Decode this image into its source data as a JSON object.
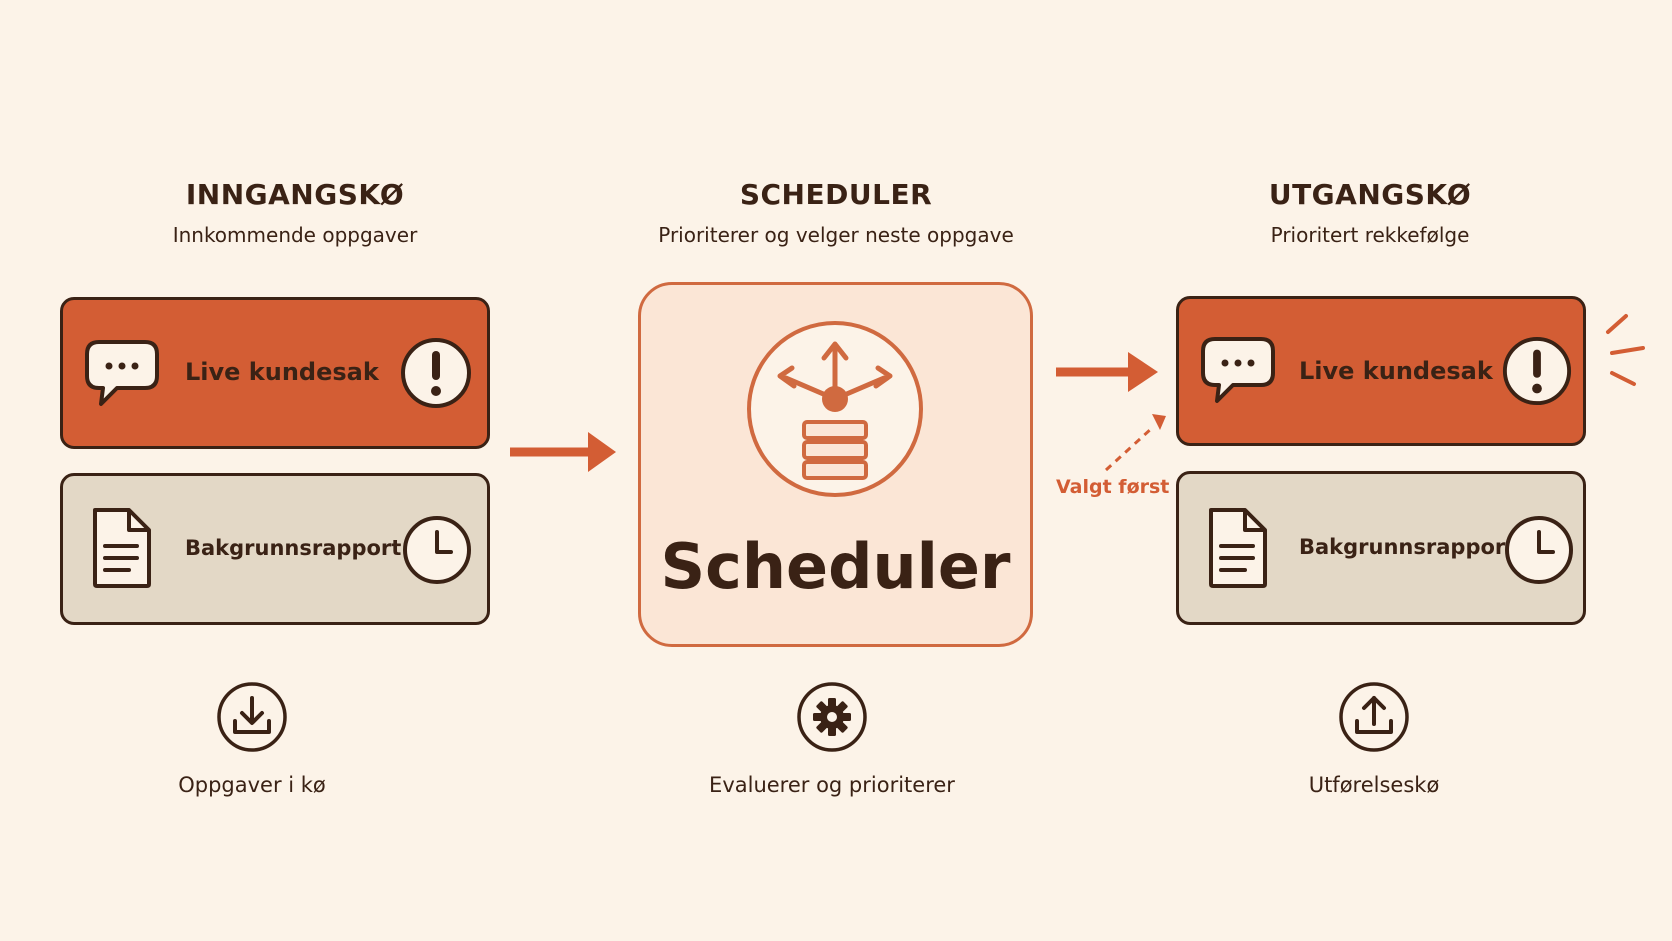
{
  "columns": {
    "input": {
      "title": "INNGANGSKØ",
      "subtitle": "Innkommende oppgaver",
      "footer": "Oppgaver i kø"
    },
    "scheduler": {
      "title": "SCHEDULER",
      "subtitle": "Prioriterer og velger neste oppgave",
      "footer": "Evaluerer og prioriterer",
      "box_label": "Scheduler"
    },
    "output": {
      "title": "UTGANGSKØ",
      "subtitle": "Prioritert rekkefølge",
      "footer": "Utførelseskø"
    }
  },
  "input_queue": [
    {
      "label": "Live kundesak",
      "icon": "speech-bubble-icon",
      "status_icon": "exclamation-icon",
      "priority": "high"
    },
    {
      "label": "Bakgrunnsrapport",
      "icon": "document-icon",
      "status_icon": "clock-icon",
      "priority": "low"
    }
  ],
  "output_queue": [
    {
      "label": "Live kundesak",
      "icon": "speech-bubble-icon",
      "status_icon": "exclamation-icon",
      "priority": "high"
    },
    {
      "label": "Bakgrunnsrapport",
      "icon": "document-icon",
      "status_icon": "clock-icon",
      "priority": "low"
    }
  ],
  "annotation": {
    "text": "Valgt først"
  },
  "colors": {
    "background": "#fcf3e8",
    "accent": "#d35d34",
    "dark": "#3a2215",
    "muted_card": "#e3d8c6",
    "scheduler_fill": "#fbe6d6"
  }
}
